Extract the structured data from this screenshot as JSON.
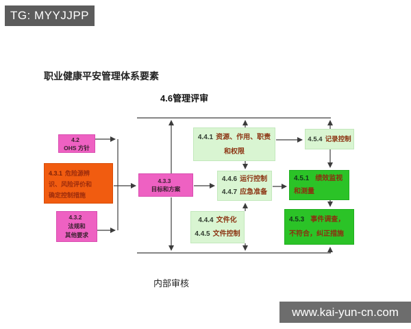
{
  "watermarks": {
    "tg_badge": "TG: MYYJJPP",
    "site": "www.kai-yun-cn.com"
  },
  "title": "职业健康平安管理体系要素",
  "outer_labels": {
    "management_review_num": "4.6",
    "management_review_text": "管理评审",
    "internal_audit": "内部审核"
  },
  "boxes": {
    "b42": {
      "lines": [
        {
          "num": "4.2",
          "text": ""
        },
        {
          "num": "",
          "text": "OHS 方针"
        }
      ]
    },
    "b431": {
      "lines": [
        {
          "num": "4.3.1",
          "text": "危险源辨"
        },
        {
          "num": "",
          "text": "识、风险评价和"
        },
        {
          "num": "",
          "text": "确定控制措施"
        }
      ]
    },
    "b432": {
      "lines": [
        {
          "num": "4.3.2",
          "text": ""
        },
        {
          "num": "",
          "text": "法规和"
        },
        {
          "num": "",
          "text": "其他要求"
        }
      ]
    },
    "b433": {
      "lines": [
        {
          "num": "4.3.3",
          "text": ""
        },
        {
          "num": "",
          "text": "目标和方案"
        }
      ]
    },
    "b441": {
      "lines": [
        {
          "num": "4.4.1",
          "text": "资源、作用、职责"
        },
        {
          "num": "",
          "text": "和权限"
        }
      ]
    },
    "b446": {
      "lines": [
        {
          "num": "4.4.6",
          "text": "运行控制"
        },
        {
          "num": "4.4.7",
          "text": "应急准备"
        }
      ]
    },
    "b444": {
      "lines": [
        {
          "num": "4.4.4",
          "text": "文件化"
        },
        {
          "num": "4.4.5",
          "text": "文件控制"
        }
      ]
    },
    "b454": {
      "lines": [
        {
          "num": "4.5.4",
          "text": "记录控制"
        }
      ]
    },
    "b451": {
      "lines": [
        {
          "num": "4.5.1",
          "text": "绩效监视"
        },
        {
          "num": "",
          "text": "和测量"
        }
      ]
    },
    "b453": {
      "lines": [
        {
          "num": "4.5.3",
          "text": "事件调查，"
        },
        {
          "num": "",
          "text": "不符合，纠正措施"
        }
      ]
    }
  },
  "colors": {
    "pink": "#ee61c2",
    "orange": "#f15c10",
    "light_green": "#d9f5d2",
    "bright_green": "#2bc327",
    "badge_gray": "#5c5c5c",
    "watermark_gray": "#6d6d6d",
    "line": "#3c3c3c"
  }
}
